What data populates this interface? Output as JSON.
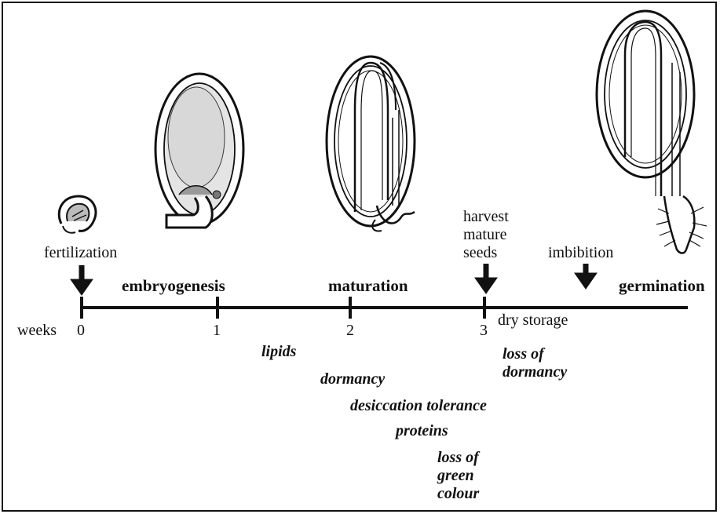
{
  "events": {
    "fertilization": "fertilization",
    "harvest": [
      "harvest",
      "mature",
      "seeds"
    ],
    "imbibition": "imbibition"
  },
  "stages": {
    "embryogenesis": "embryogenesis",
    "maturation": "maturation",
    "germination": "germination"
  },
  "timeline": {
    "unit_label": "weeks",
    "ticks": [
      "0",
      "1",
      "2",
      "3"
    ],
    "dry_storage": "dry storage"
  },
  "traits": {
    "lipids": "lipids",
    "dormancy": "dormancy",
    "desiccation_tolerance": "desiccation tolerance",
    "proteins": "proteins",
    "loss_of_green_colour": [
      "loss of",
      "green",
      "colour"
    ],
    "loss_of_dormancy": [
      "loss of",
      "dormancy"
    ]
  }
}
